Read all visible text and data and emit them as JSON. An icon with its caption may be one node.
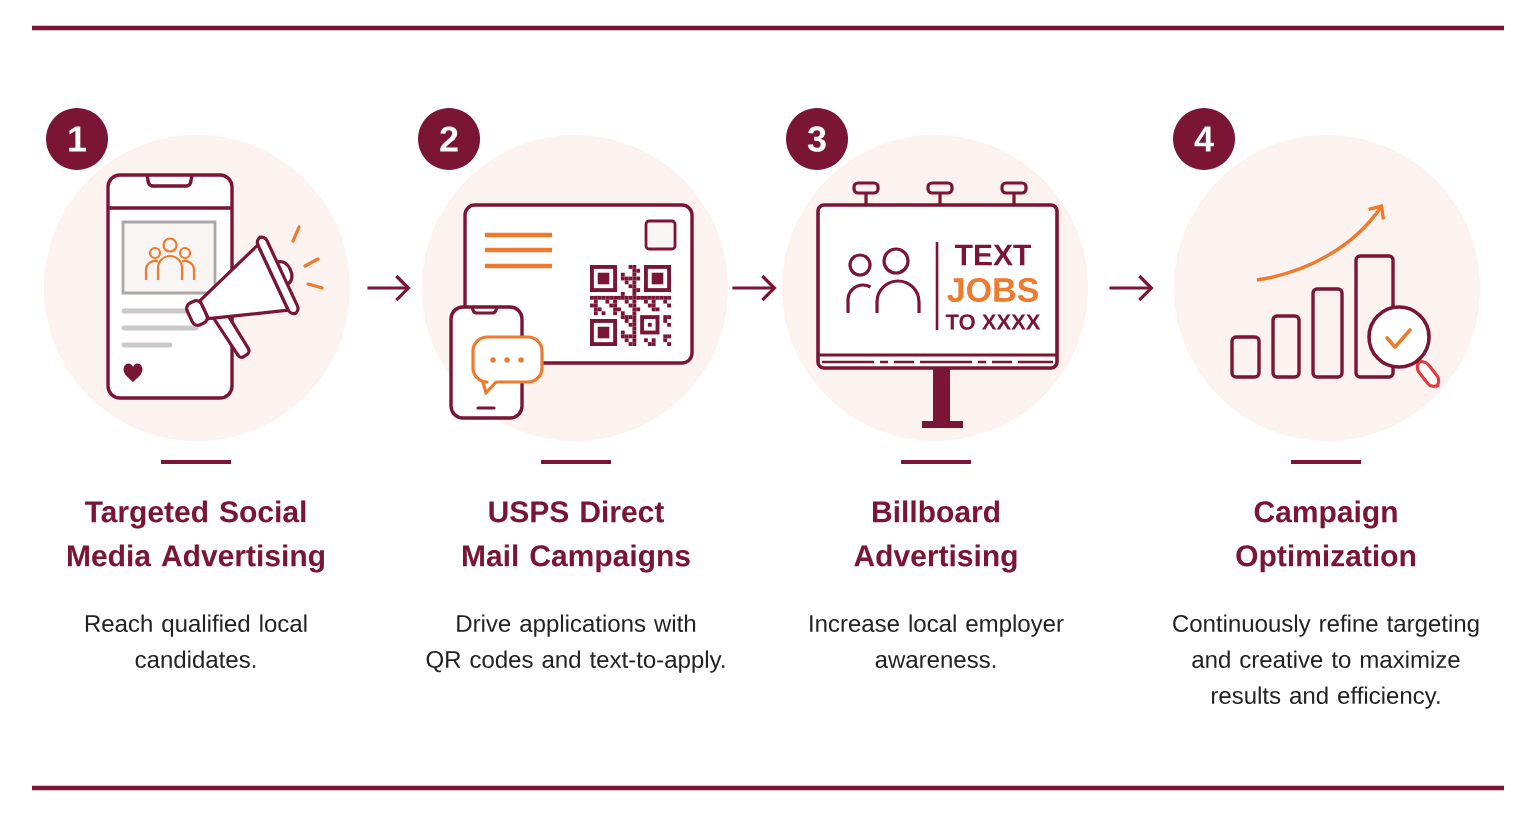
{
  "diagram": {
    "nodes": [
      {
        "text": [
          "1"
        ]
      },
      {
        "text": [],
        "shape": "circle",
        "beside": [
          "Targeted Social Media Advertising",
          "Reach qualified local candidates."
        ]
      },
      {
        "text": [
          "2"
        ]
      },
      {
        "text": [],
        "shape": "circle",
        "beside": [
          "USPS Direct Mail Campaigns",
          "Drive applications with QR codes and text-to-apply."
        ]
      },
      {
        "text": [
          "3"
        ]
      },
      {
        "text": [],
        "shape": "circle",
        "beside": [
          "Billboard Advertising",
          "Increase local employer awareness."
        ]
      },
      {
        "text": [
          "4"
        ]
      },
      {
        "text": [],
        "shape": "circle",
        "beside": [
          "Campaign Optimization",
          "Continuously refine targeting and creative to maximize results and efficiency."
        ]
      }
    ],
    "edges": [
      {
        "from": 1,
        "to": 3,
        "arrow": "to"
      },
      {
        "from": 3,
        "to": 5,
        "arrow": "to"
      },
      {
        "from": 5,
        "to": 7,
        "arrow": "to"
      }
    ],
    "labels": [
      "TEXT",
      "JOBS",
      "TO XXXX"
    ]
  }
}
